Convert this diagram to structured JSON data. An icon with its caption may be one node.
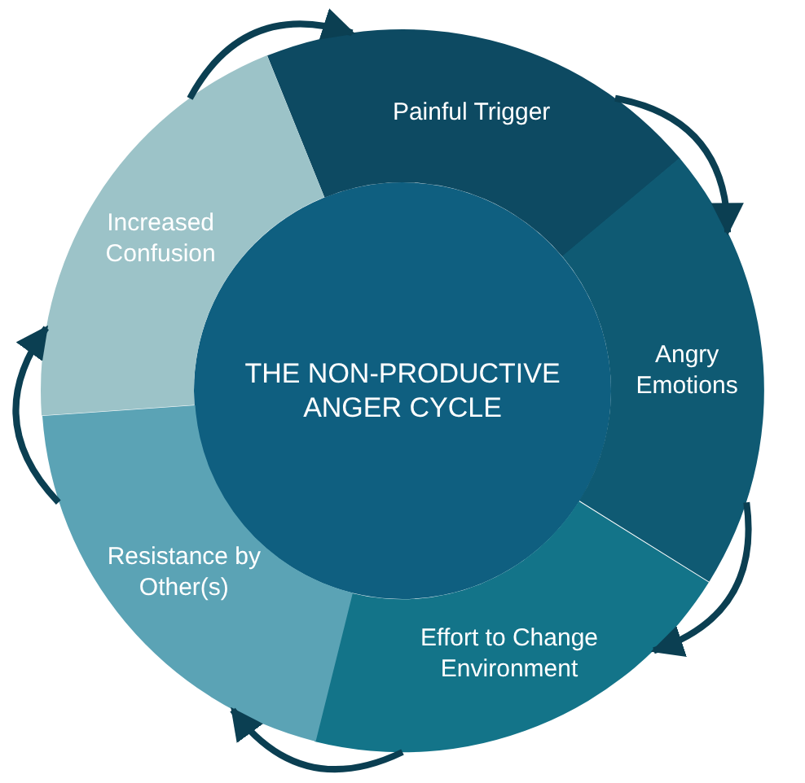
{
  "diagram": {
    "nodes": [
      {
        "text": [
          "THE NON-PRODUCTIVE ANGER CYCLE"
        ]
      },
      {
        "text": [
          "Painful Trigger"
        ]
      },
      {
        "text": [
          "Angry Emotions"
        ]
      },
      {
        "text": [
          "Effort to Change Environment"
        ]
      },
      {
        "text": [
          "Resistance by Other(s)"
        ]
      },
      {
        "text": [
          "Increased Confusion"
        ]
      }
    ],
    "edges": [
      {
        "from": 1,
        "to": 2,
        "arrow": "to"
      },
      {
        "from": 2,
        "to": 3,
        "arrow": "to"
      },
      {
        "from": 3,
        "to": 4,
        "arrow": "to"
      },
      {
        "from": 4,
        "to": 5,
        "arrow": "to"
      },
      {
        "from": 5,
        "to": 1,
        "arrow": "to"
      }
    ]
  }
}
